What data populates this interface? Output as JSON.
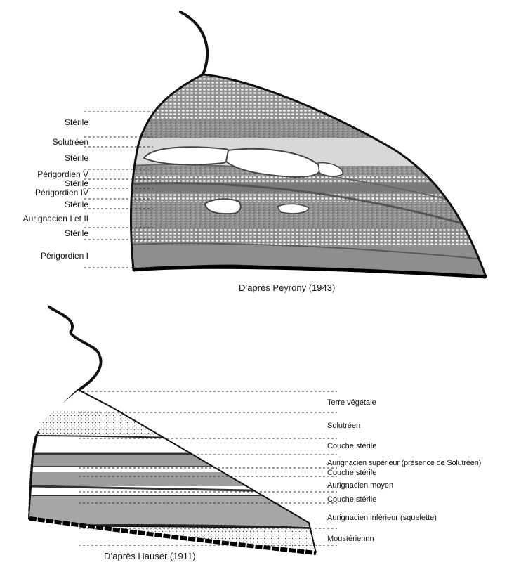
{
  "diagrams": [
    {
      "id": "peyrony",
      "caption": "D’après Peyrony (1943)",
      "layers": [
        "Stérile",
        "Solutréen",
        "Stérile",
        "Périgordien V",
        "Stérile",
        "Périgordien IV",
        "Stérile",
        "Aurignacien I et II",
        "Stérile",
        "Périgordien I"
      ]
    },
    {
      "id": "hauser",
      "caption": "D’après Hauser (1911)",
      "layers": [
        "Terre végétale",
        "Solutréen",
        "Couche stérile",
        "Aurignacien supérieur (présence de Solutréen)",
        "Couche stérile",
        "Aurignacien moyen",
        "Couche stérile",
        "Aurignacien inférieur (squelette)",
        "Moustériennn"
      ]
    }
  ],
  "colors": {
    "ink": "#111111",
    "stone": "#9a9a9a",
    "stone_dark": "#6e6e6e",
    "sand": "#e6e6e6"
  }
}
